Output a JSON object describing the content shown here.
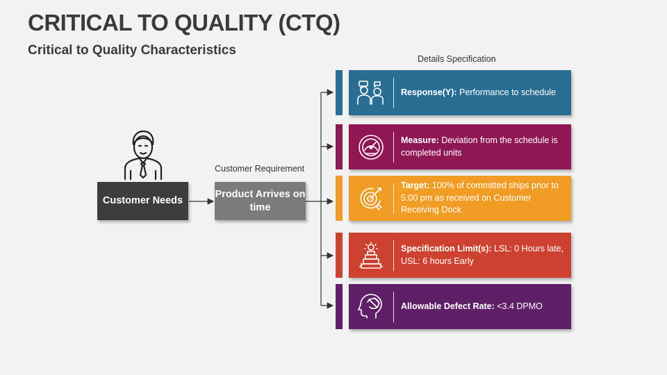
{
  "header": {
    "title": "CRITICAL TO QUALITY (CTQ)",
    "subtitle": "Critical to Quality Characteristics"
  },
  "diagram": {
    "customer_requirement_label": "Customer Requirement",
    "details_label": "Details Specification",
    "customer_needs": "Customer Needs",
    "product_box": "Product Arrives on time",
    "specs": [
      {
        "icon": "people-chat-icon",
        "label": "Response(Y):",
        "text": " Performance to schedule",
        "color": "#2a6e93"
      },
      {
        "icon": "speedometer-icon",
        "label": "Measure:",
        "text": " Deviation from the schedule is completed units",
        "color": "#8e1754"
      },
      {
        "icon": "target-icon",
        "label": "Target:",
        "text": " 100% of  committed ships prior to 5:00 pm as received on Customer Receiving Dock",
        "color": "#f09c25"
      },
      {
        "icon": "stacked-limits-icon",
        "label": "Specification Limit(s):",
        "text": " LSL: 0 Hours late, USL: 6 hours Early",
        "color": "#cd4130"
      },
      {
        "icon": "head-brain-icon",
        "label": "Allowable Defect Rate:",
        "text": " <3.4 DPMO",
        "color": "#5f1f67"
      }
    ]
  },
  "colors": {
    "customer_needs_bg": "#3d3d3d",
    "product_box_bg": "#7b7b7b",
    "connector": "#333333"
  }
}
